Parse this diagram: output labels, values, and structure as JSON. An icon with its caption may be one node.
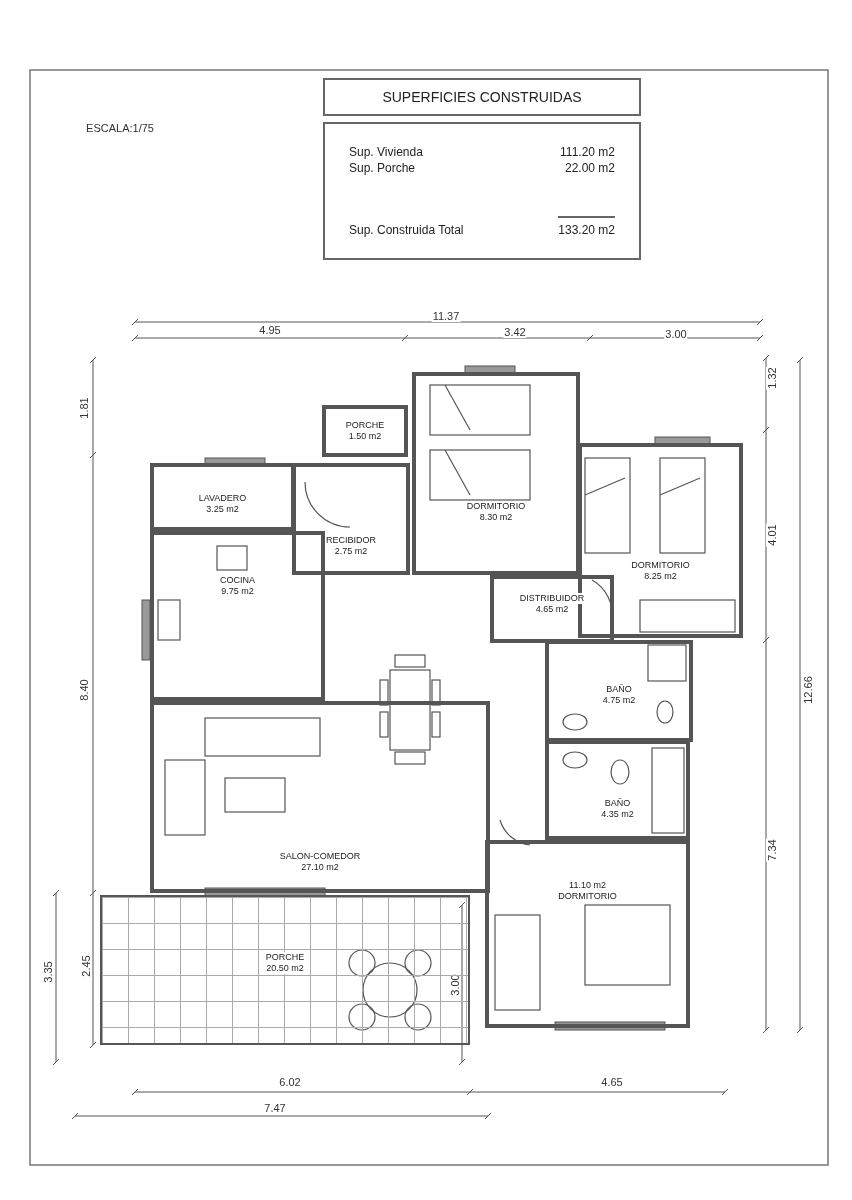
{
  "diagram": {
    "title": "SUPERFICIES CONSTRUIDAS",
    "nodes": [
      {
        "text": [
          "Sup. Vivienda",
          "111.20 m2",
          "Sup. Porche",
          "22.00 m2",
          "Sup. Construida Total",
          "133.20 m2"
        ]
      },
      {
        "text": [
          "PORCHE",
          "1.50 m2"
        ]
      },
      {
        "text": [
          "LAVADERO",
          "3.25 m2"
        ]
      },
      {
        "text": [
          "RECIBIDOR",
          "2.75 m2"
        ]
      },
      {
        "text": [
          "DORMITORIO",
          "8.30 m2"
        ]
      },
      {
        "text": [
          "DORMITORIO",
          "8.25 m2"
        ]
      },
      {
        "text": [
          "COCINA",
          "9.75 m2"
        ]
      },
      {
        "text": [
          "DISTRIBUIDOR",
          "4.65 m2"
        ]
      },
      {
        "text": [
          "BAÑO",
          "4.75 m2"
        ]
      },
      {
        "text": [
          "BAÑO",
          "4.35 m2"
        ]
      },
      {
        "text": [
          "SALON-COMEDOR",
          "27.10 m2"
        ]
      },
      {
        "text": [
          "11.10 m2",
          "DORMITORIO"
        ]
      },
      {
        "text": [
          "PORCHE",
          "20.50 m2"
        ]
      }
    ],
    "labels": [
      "ESCALA:1/75",
      "11.37",
      "4.95",
      "3.42",
      "3.00",
      "1.81",
      "1.32",
      "4.01",
      "8.40",
      "12.66",
      "7.34",
      "3.35",
      "2.45",
      "3.00",
      "6.02",
      "4.65",
      "7.47"
    ]
  }
}
